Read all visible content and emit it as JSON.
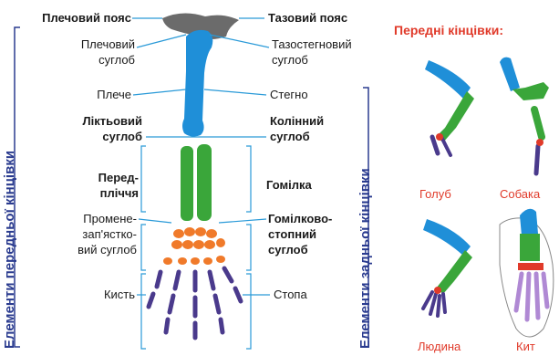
{
  "left": {
    "top_label": "Плечовий пояс",
    "shoulder_joint": [
      "Плечовий",
      "суглоб"
    ],
    "upper_arm": "Плече",
    "elbow": [
      "Ліктьовий",
      "суглоб"
    ],
    "forearm": [
      "Перед-",
      "пліччя"
    ],
    "wrist": [
      "Промене-",
      "зап'ястко-",
      "вий суглоб"
    ],
    "hand": "Кисть"
  },
  "right": {
    "top_label": "Тазовий пояс",
    "hip_joint": [
      "Тазостегновий",
      "суглоб"
    ],
    "thigh": "Стегно",
    "knee": [
      "Колінний",
      "суглоб"
    ],
    "shin": "Гомілка",
    "ankle": [
      "Гомілково-",
      "стопний",
      "суглоб"
    ],
    "foot": "Стопа"
  },
  "side_labels": {
    "front": "Елементи передньої кінцівки",
    "hind": "Елементи задньої кінцівки"
  },
  "panel": {
    "title": "Передні кінцівки:",
    "animals": [
      "Голуб",
      "Собака",
      "Людина",
      "Кит"
    ]
  },
  "colors": {
    "girdle": "#6b6b6b",
    "upper_bone": "#1f8fd8",
    "lower_bone": "#3aa63a",
    "joint": "#f07a2a",
    "hand_bone": "#4a3a8c",
    "accent_red": "#e03a2a",
    "side_text": "#2a3b8f"
  }
}
